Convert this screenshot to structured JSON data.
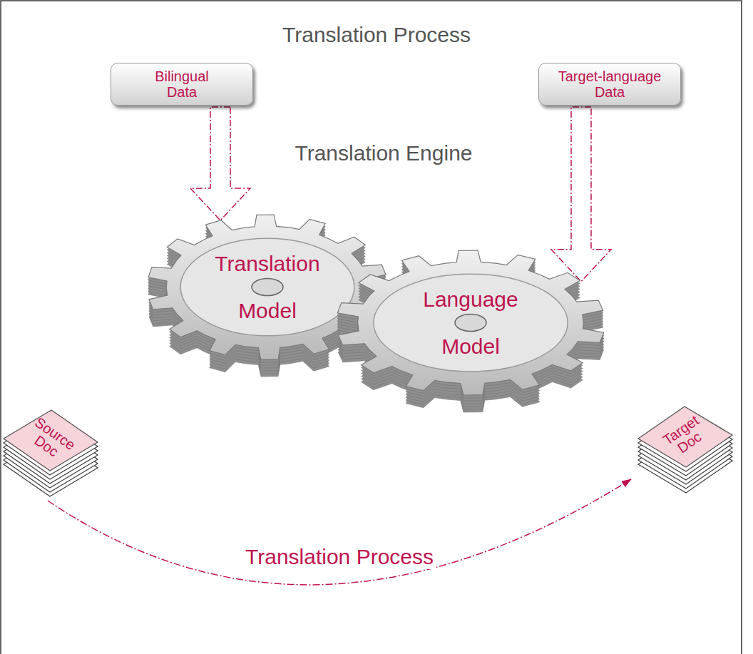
{
  "diagram": {
    "title": "Translation Process",
    "nodes": [
      {
        "text": [
          "Bilingual Data"
        ]
      },
      {
        "text": [
          "Target-language Data"
        ]
      },
      {
        "text": [
          "Translation Model"
        ]
      },
      {
        "text": [
          "Language Model"
        ]
      },
      {
        "text": [
          "Source Doc"
        ]
      },
      {
        "text": [
          "Target Doc"
        ]
      }
    ],
    "edges": [
      {
        "from": 0,
        "to": 2,
        "arrow": "to"
      },
      {
        "from": 1,
        "to": 3,
        "arrow": "to"
      },
      {
        "from": 4,
        "to": 5,
        "label": "Translation Process",
        "arrow": "to"
      }
    ],
    "labels": [
      "Translation Engine"
    ]
  }
}
